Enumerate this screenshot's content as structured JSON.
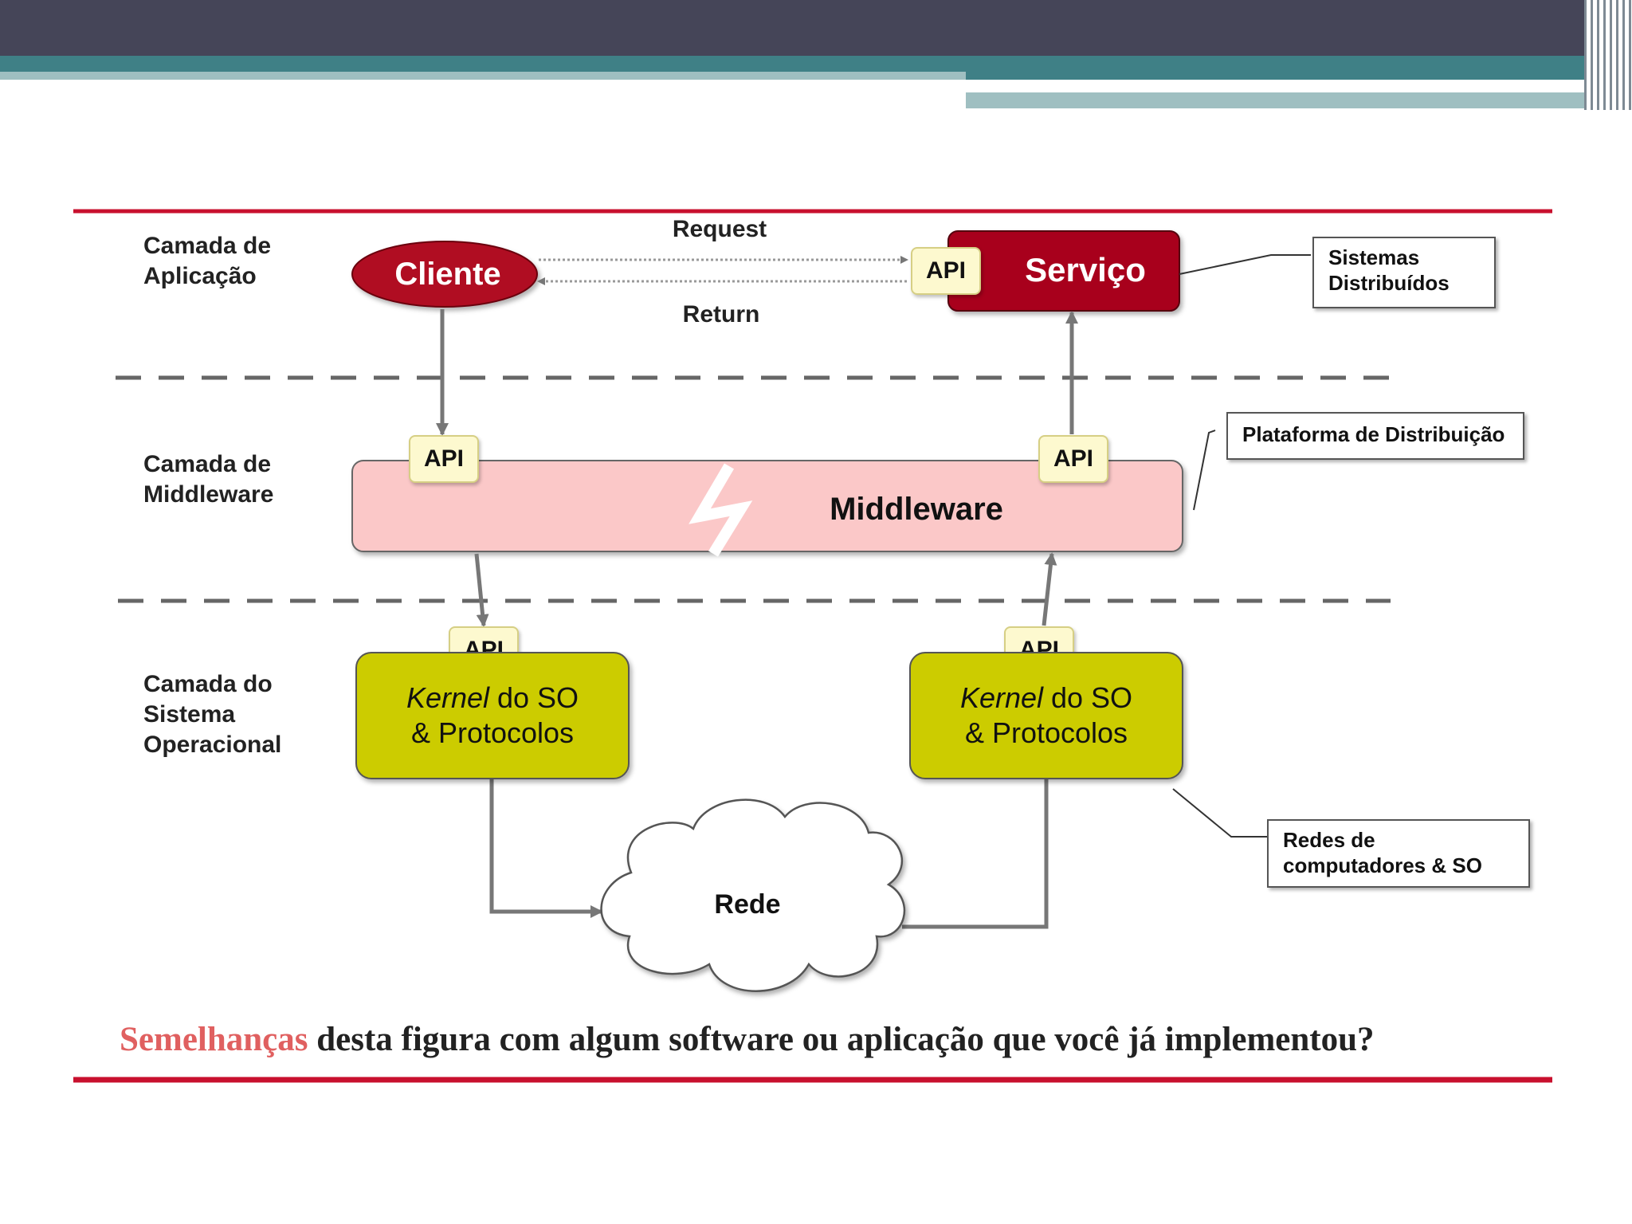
{
  "colors": {
    "header_dark": "#454558",
    "header_teal": "#3f8086",
    "rule_red": "#c8102e",
    "cliente_fill": "#b01020",
    "servico_fill": "#a8001e",
    "middleware_fill": "#fbc8c8",
    "kernel_fill": "#cccc00",
    "api_fill": "#fdf9cf",
    "caption_highlight": "#e06060"
  },
  "layers": [
    {
      "label": "Camada de\nAplicação"
    },
    {
      "label": "Camada de\nMiddleware"
    },
    {
      "label": "Camada do\nSistema\nOperacional"
    }
  ],
  "application": {
    "cliente": "Cliente",
    "servico": "Serviço",
    "request": "Request",
    "return": "Return"
  },
  "api_label": "API",
  "middleware": "Middleware",
  "kernel": {
    "italic": "Kernel",
    "rest": " do SO",
    "line2": "& Protocolos"
  },
  "network": "Rede",
  "annotations": {
    "sistemas": "Sistemas\nDistribuídos",
    "plataforma": "Plataforma de Distribuição",
    "redes": "Redes de\ncomputadores & SO"
  },
  "caption": {
    "highlight": "Semelhanças",
    "rest": " desta  figura com algum software ou aplicação que você já implementou?"
  }
}
